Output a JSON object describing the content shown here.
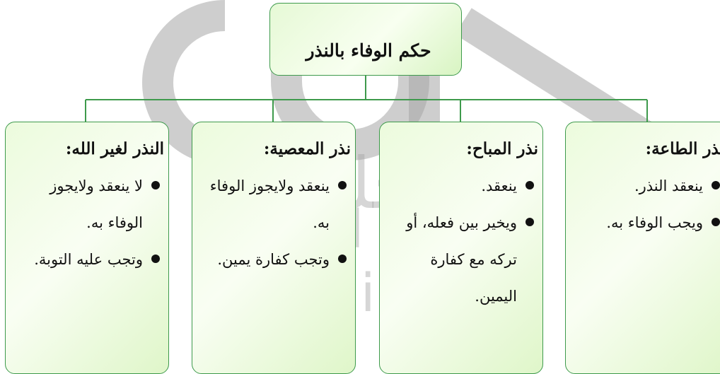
{
  "watermark": {
    "arabic": "الحلول",
    "latin": "hulul online"
  },
  "root": {
    "title": "حكم الوفاء بالنذر"
  },
  "branches": [
    {
      "title": "نذر الطاعة:",
      "items": [
        "ينعقد النذر.",
        "ويجب الوفاء به."
      ]
    },
    {
      "title": "نذر المباح:",
      "items": [
        "ينعقد.",
        "ويخير بين فعله، أو تركه مع كفارة اليمين."
      ]
    },
    {
      "title": "نذر المعصية:",
      "items": [
        "ينعقد ولايجوز الوفاء به.",
        "وتجب كفارة يمين."
      ]
    },
    {
      "title": "النذر لغير الله:",
      "items": [
        "لا ينعقد ولايجوز الوفاء به.",
        "وتجب عليه التوبة."
      ]
    }
  ],
  "colors": {
    "connector": "#3e9a4c",
    "box_border": "#3e9a4c",
    "box_fill": "#ecfbdd",
    "watermark": "#a5a5a5"
  }
}
